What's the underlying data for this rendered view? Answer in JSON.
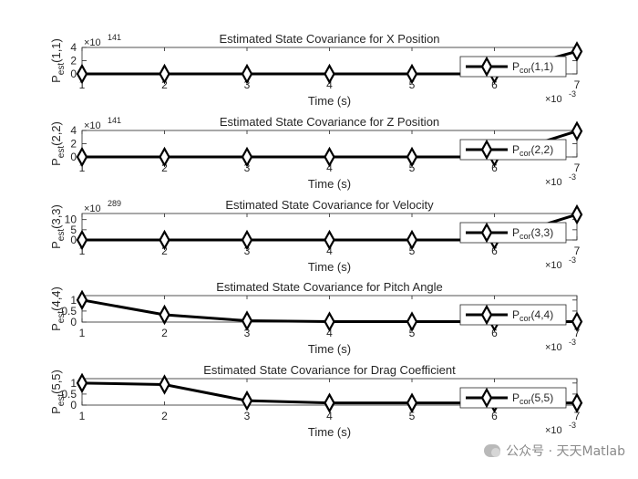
{
  "xlabel_suffix": "",
  "watermark": "公众号 · 天天Matlab",
  "chart_data": [
    {
      "type": "line",
      "title": "Estimated State Covariance for X Position",
      "xlabel": "Time (s)",
      "x_exponent": "×10",
      "x_exponent_power": "-3",
      "ylabel_main": "P",
      "ylabel_sub": "est",
      "ylabel_args": "(1,1)",
      "y_exponent": "×10",
      "y_exponent_power": "141",
      "xlim": [
        1,
        7
      ],
      "ylim": [
        0,
        4
      ],
      "xticks": [
        "1",
        "2",
        "3",
        "4",
        "5",
        "6",
        "7"
      ],
      "yticks": [
        "0",
        "2",
        "4"
      ],
      "ytick_values": [
        0,
        2,
        4
      ],
      "x": [
        1,
        2,
        3,
        4,
        5,
        6,
        7
      ],
      "series": [
        {
          "name": "P",
          "name_sub": "cor",
          "name_args": "(1,1)",
          "values": [
            0,
            0,
            0,
            0,
            0,
            0,
            3.4
          ]
        }
      ]
    },
    {
      "type": "line",
      "title": "Estimated State Covariance for Z Position",
      "xlabel": "Time (s)",
      "x_exponent": "×10",
      "x_exponent_power": "-3",
      "ylabel_main": "P",
      "ylabel_sub": "est",
      "ylabel_args": "(2,2)",
      "y_exponent": "×10",
      "y_exponent_power": "141",
      "xlim": [
        1,
        7
      ],
      "ylim": [
        0,
        4
      ],
      "xticks": [
        "1",
        "2",
        "3",
        "4",
        "5",
        "6",
        "7"
      ],
      "yticks": [
        "0",
        "2",
        "4"
      ],
      "ytick_values": [
        0,
        2,
        4
      ],
      "x": [
        1,
        2,
        3,
        4,
        5,
        6,
        7
      ],
      "series": [
        {
          "name": "P",
          "name_sub": "cor",
          "name_args": "(2,2)",
          "values": [
            0,
            0,
            0,
            0,
            0,
            0,
            3.9
          ]
        }
      ]
    },
    {
      "type": "line",
      "title": "Estimated State Covariance for Velocity",
      "xlabel": "Time (s)",
      "x_exponent": "×10",
      "x_exponent_power": "-3",
      "ylabel_main": "P",
      "ylabel_sub": "est",
      "ylabel_args": "(3,3)",
      "y_exponent": "×10",
      "y_exponent_power": "289",
      "xlim": [
        1,
        7
      ],
      "ylim": [
        0,
        13
      ],
      "xticks": [
        "1",
        "2",
        "3",
        "4",
        "5",
        "6",
        "7"
      ],
      "yticks": [
        "0",
        "5",
        "10"
      ],
      "ytick_values": [
        0,
        5,
        10
      ],
      "x": [
        1,
        2,
        3,
        4,
        5,
        6,
        7
      ],
      "series": [
        {
          "name": "P",
          "name_sub": "cor",
          "name_args": "(3,3)",
          "values": [
            0,
            0,
            0,
            0,
            0,
            0,
            12.5
          ]
        }
      ]
    },
    {
      "type": "line",
      "title": "Estimated State Covariance for Pitch Angle",
      "xlabel": "Time (s)",
      "x_exponent": "×10",
      "x_exponent_power": "-3",
      "ylabel_main": "P",
      "ylabel_sub": "est",
      "ylabel_args": "(4,4)",
      "y_exponent": "",
      "y_exponent_power": "",
      "xlim": [
        1,
        7
      ],
      "ylim": [
        0,
        1.2
      ],
      "xticks": [
        "1",
        "2",
        "3",
        "4",
        "5",
        "6",
        "7"
      ],
      "yticks": [
        "0",
        "0.5",
        "1"
      ],
      "ytick_values": [
        0,
        0.5,
        1
      ],
      "x": [
        1,
        2,
        3,
        4,
        5,
        6,
        7
      ],
      "series": [
        {
          "name": "P",
          "name_sub": "cor",
          "name_args": "(4,4)",
          "values": [
            1.0,
            0.33,
            0.06,
            0.02,
            0.02,
            0.02,
            0.02
          ]
        }
      ]
    },
    {
      "type": "line",
      "title": "Estimated State Covariance for Drag Coefficient",
      "xlabel": "Time (s)",
      "x_exponent": "×10",
      "x_exponent_power": "-3",
      "ylabel_main": "P",
      "ylabel_sub": "est",
      "ylabel_args": "(5,5)",
      "y_exponent": "",
      "y_exponent_power": "",
      "xlim": [
        1,
        7
      ],
      "ylim": [
        0,
        1.2
      ],
      "xticks": [
        "1",
        "2",
        "3",
        "4",
        "5",
        "6",
        "7"
      ],
      "yticks": [
        "0",
        "0.5",
        "1"
      ],
      "ytick_values": [
        0,
        0.5,
        1
      ],
      "x": [
        1,
        2,
        3,
        4,
        5,
        6,
        7
      ],
      "series": [
        {
          "name": "P",
          "name_sub": "cor",
          "name_args": "(5,5)",
          "values": [
            1.0,
            0.93,
            0.2,
            0.1,
            0.1,
            0.1,
            0.1
          ]
        }
      ]
    }
  ],
  "colors": {
    "line": "#000000",
    "axis": "#262626",
    "text": "#262626",
    "background": "#ffffff"
  }
}
